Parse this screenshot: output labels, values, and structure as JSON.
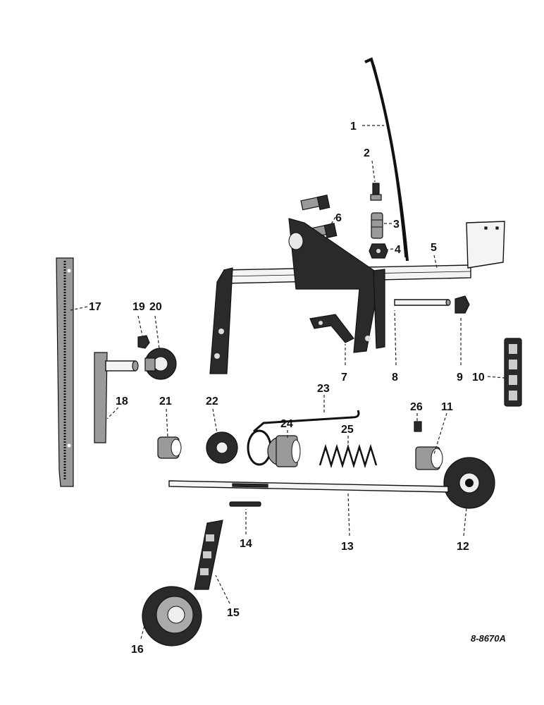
{
  "diagram": {
    "reference_code": "8-8670A",
    "callouts": [
      "1",
      "2",
      "3",
      "4",
      "5",
      "6",
      "7",
      "8",
      "9",
      "10",
      "11",
      "12",
      "13",
      "14",
      "15",
      "16",
      "17",
      "18",
      "19",
      "20",
      "21",
      "22",
      "23",
      "24",
      "25",
      "26"
    ]
  }
}
